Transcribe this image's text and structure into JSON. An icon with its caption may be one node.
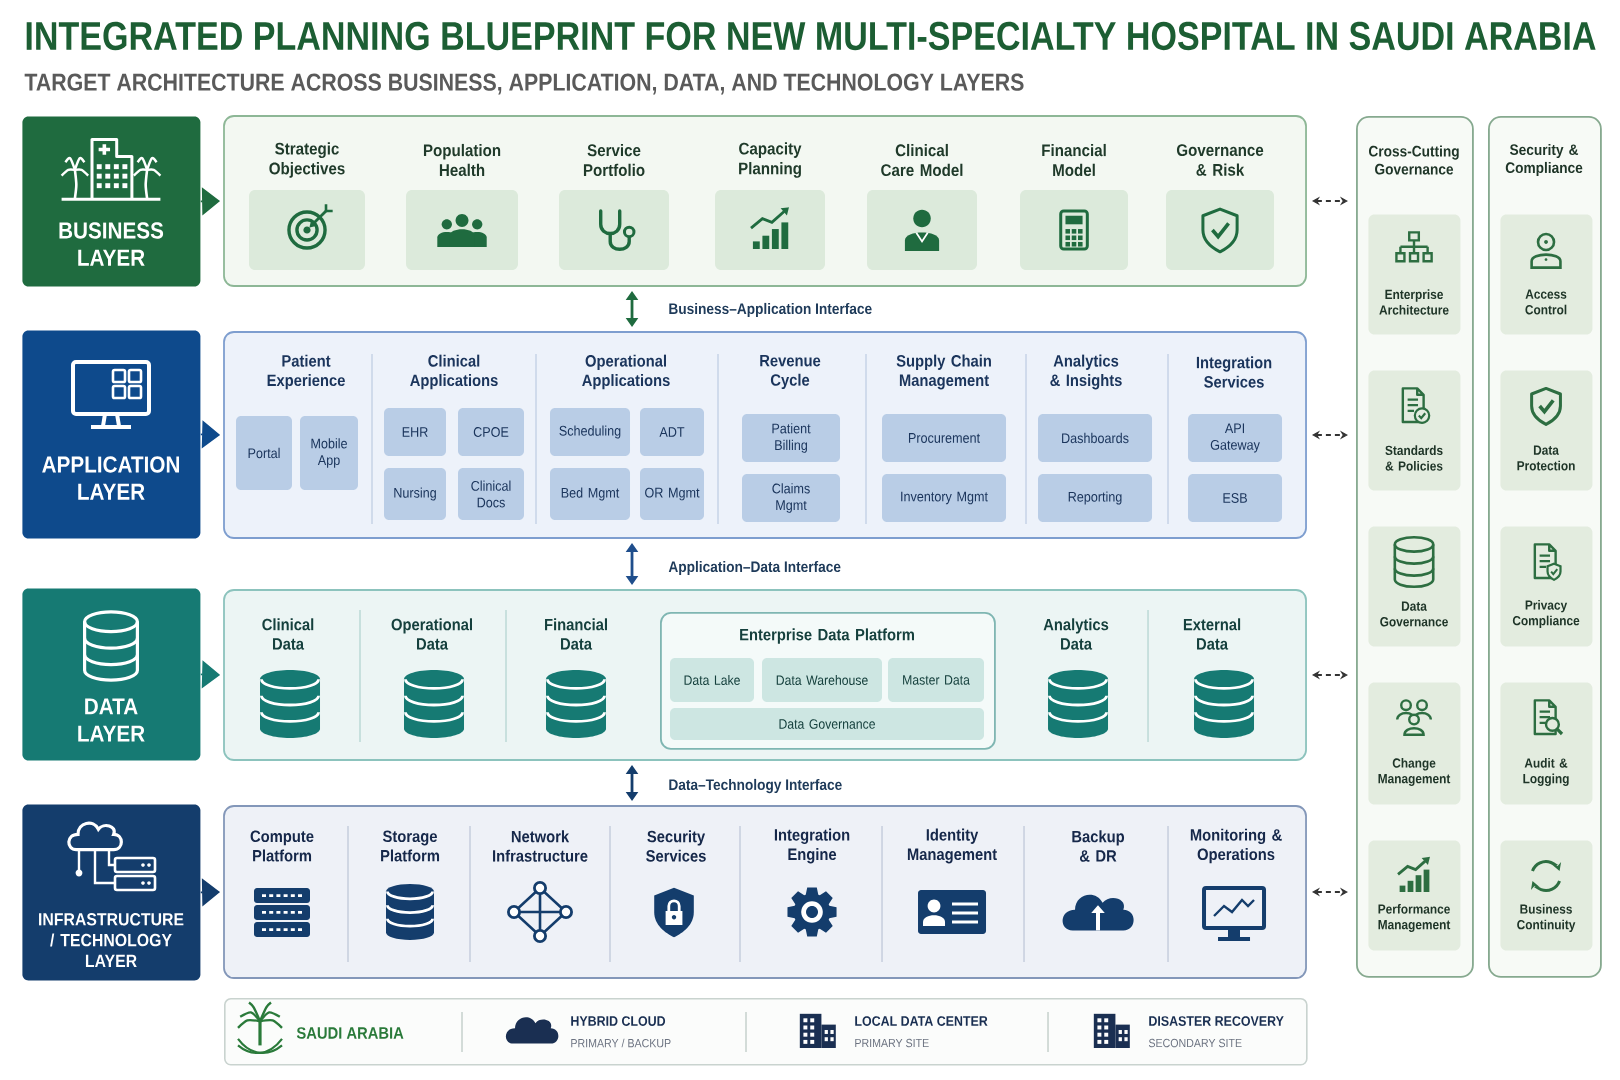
{
  "diagram": {
    "title": "INTEGRATED PLANNING BLUEPRINT FOR NEW MULTI-SPECIALTY HOSPITAL IN SAUDI ARABIA",
    "nodes": [
      {
        "text": [
          "BUSINESS LAYER"
        ]
      },
      {
        "text": [],
        "shape": "box"
      },
      {
        "text": [
          "Strategic Objectives"
        ],
        "in": 1
      },
      {
        "text": [
          "Population Health"
        ],
        "in": 1
      },
      {
        "text": [
          "Service Portfolio"
        ],
        "in": 1
      },
      {
        "text": [
          "Capacity Planning"
        ],
        "in": 1
      },
      {
        "text": [
          "Clinical Care Model"
        ],
        "in": 1
      },
      {
        "text": [
          "Financial Model"
        ],
        "in": 1
      },
      {
        "text": [
          "Governance & Risk"
        ],
        "in": 1
      },
      {
        "text": [
          "APPLICATION LAYER"
        ]
      },
      {
        "text": [],
        "shape": "box"
      },
      {
        "text": [
          "Portal"
        ],
        "in": 10
      },
      {
        "text": [
          "Mobile App"
        ],
        "in": 10
      },
      {
        "text": [
          "EHR"
        ],
        "in": 10
      },
      {
        "text": [
          "CPOE"
        ],
        "in": 10
      },
      {
        "text": [
          "Nursing"
        ],
        "in": 10
      },
      {
        "text": [
          "Clinical Docs"
        ],
        "in": 10
      },
      {
        "text": [
          "Scheduling"
        ],
        "in": 10
      },
      {
        "text": [
          "ADT"
        ],
        "in": 10
      },
      {
        "text": [
          "Bed Mgmt"
        ],
        "in": 10
      },
      {
        "text": [
          "OR Mgmt"
        ],
        "in": 10
      },
      {
        "text": [
          "Patient Billing"
        ],
        "in": 10
      },
      {
        "text": [
          "Claims Mgmt"
        ],
        "in": 10
      },
      {
        "text": [
          "Procurement"
        ],
        "in": 10
      },
      {
        "text": [
          "Inventory Mgmt"
        ],
        "in": 10
      },
      {
        "text": [
          "Dashboards"
        ],
        "in": 10
      },
      {
        "text": [
          "Reporting"
        ],
        "in": 10
      },
      {
        "text": [
          "API Gateway"
        ],
        "in": 10
      },
      {
        "text": [
          "ESB"
        ],
        "in": 10
      },
      {
        "text": [
          "DATA LAYER"
        ]
      },
      {
        "text": [],
        "shape": "box"
      },
      {
        "text": [
          "Enterprise Data Platform"
        ],
        "in": 30
      },
      {
        "text": [
          "Data Lake"
        ],
        "in": 31
      },
      {
        "text": [
          "Data Warehouse"
        ],
        "in": 31
      },
      {
        "text": [
          "Master Data"
        ],
        "in": 31
      },
      {
        "text": [
          "Data Governance"
        ],
        "in": 31
      },
      {
        "text": [
          "INFRASTRUCTURE / TECHNOLOGY LAYER"
        ]
      },
      {
        "text": [],
        "shape": "box"
      },
      {
        "text": [
          "SAUDI ARABIA",
          "HYBRID CLOUD",
          "PRIMARY / BACKUP",
          "LOCAL DATA CENTER",
          "PRIMARY SITE",
          "DISASTER RECOVERY",
          "SECONDARY SITE"
        ]
      },
      {
        "text": [
          "Cross-Cutting Governance"
        ]
      },
      {
        "text": [
          "Enterprise Architecture"
        ],
        "in": 39
      },
      {
        "text": [
          "Standards & Policies"
        ],
        "in": 39
      },
      {
        "text": [
          "Data Governance"
        ],
        "in": 39
      },
      {
        "text": [
          "Change Management"
        ],
        "in": 39
      },
      {
        "text": [
          "Performance Management"
        ],
        "in": 39
      },
      {
        "text": [
          "Security & Compliance"
        ]
      },
      {
        "text": [
          "Access Control"
        ],
        "in": 45
      },
      {
        "text": [
          "Data Protection"
        ],
        "in": 45
      },
      {
        "text": [
          "Privacy Compliance"
        ],
        "in": 45
      },
      {
        "text": [
          "Audit & Logging"
        ],
        "in": 45
      },
      {
        "text": [
          "Business Continuity"
        ],
        "in": 45
      }
    ],
    "edges": [
      {
        "from": 0,
        "to": 1,
        "arrow": "to",
        "color": "#1f6b3f"
      },
      {
        "from": 9,
        "to": 10,
        "arrow": "to",
        "color": "#0e4a8c"
      },
      {
        "from": 29,
        "to": 30,
        "arrow": "to",
        "color": "#167a73"
      },
      {
        "from": 36,
        "to": 37,
        "arrow": "to",
        "color": "#143d6c"
      },
      {
        "from": 1,
        "to": 10,
        "arrow": "both",
        "label": "Business–Application Interface",
        "color": "#1f6b3f"
      },
      {
        "from": 10,
        "to": 30,
        "arrow": "both",
        "label": "Application–Data Interface",
        "color": "#1f4e8c"
      },
      {
        "from": 30,
        "to": 37,
        "arrow": "both",
        "label": "Data–Technology Interface",
        "color": "#143d6c"
      },
      {
        "from": 1,
        "to": 39,
        "arrow": "both",
        "style": "dashed"
      },
      {
        "from": 10,
        "to": 39,
        "arrow": "both",
        "style": "dashed"
      },
      {
        "from": 30,
        "to": 39,
        "arrow": "both",
        "style": "dashed"
      },
      {
        "from": 37,
        "to": 39,
        "arrow": "both",
        "style": "dashed"
      }
    ],
    "labels": [
      "TARGET ARCHITECTURE ACROSS BUSINESS, APPLICATION, DATA, AND TECHNOLOGY LAYERS",
      "Patient Experience",
      "Clinical Applications",
      "Operational Applications",
      "Revenue Cycle",
      "Supply Chain Management",
      "Analytics & Insights",
      "Integration Services",
      "Clinical Data",
      "Operational Data",
      "Financial Data",
      "Analytics Data",
      "External Data",
      "Compute Platform",
      "Storage Platform",
      "Network Infrastructure",
      "Security Services",
      "Integration Engine",
      "Identity Management",
      "Backup & DR",
      "Monitoring & Operations"
    ]
  }
}
